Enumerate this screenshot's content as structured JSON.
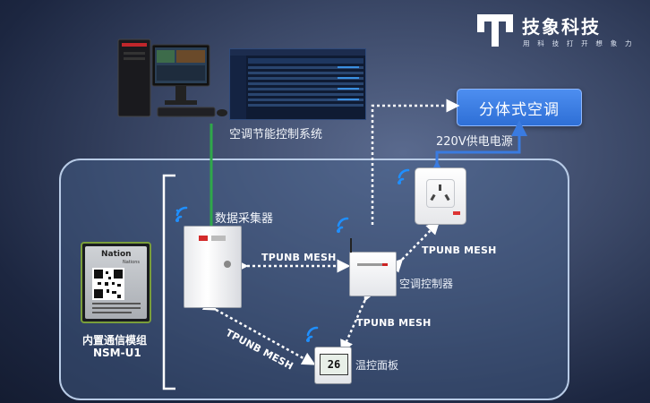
{
  "brand": {
    "name": "技象科技",
    "slogan": "用 科 技 打 开 想 象 力"
  },
  "nodes": {
    "split_ac": "分体式空调",
    "power_supply": "220V供电电源",
    "energy_system": "空调节能控制系统",
    "data_collector": "数据采集器",
    "ac_controller": "空调控制器",
    "temp_panel": "温控面板",
    "module_title": "内置通信模组",
    "module_model": "NSM-U1"
  },
  "links": {
    "mesh_collector_controller": "TPUNB MESH",
    "mesh_controller_socket": "TPUNB MESH",
    "mesh_controller_panel": "TPUNB MESH",
    "mesh_collector_panel": "TPUNB MESH"
  },
  "module_chip": {
    "brand": "Nation",
    "sub": "Nations"
  },
  "thermostat": {
    "display": "26"
  },
  "colors": {
    "panel_border": "#b8cbe6",
    "accent_blue": "#3a7be0",
    "wire_green": "#2fa84a",
    "wifi_blue": "#1f8fff"
  }
}
